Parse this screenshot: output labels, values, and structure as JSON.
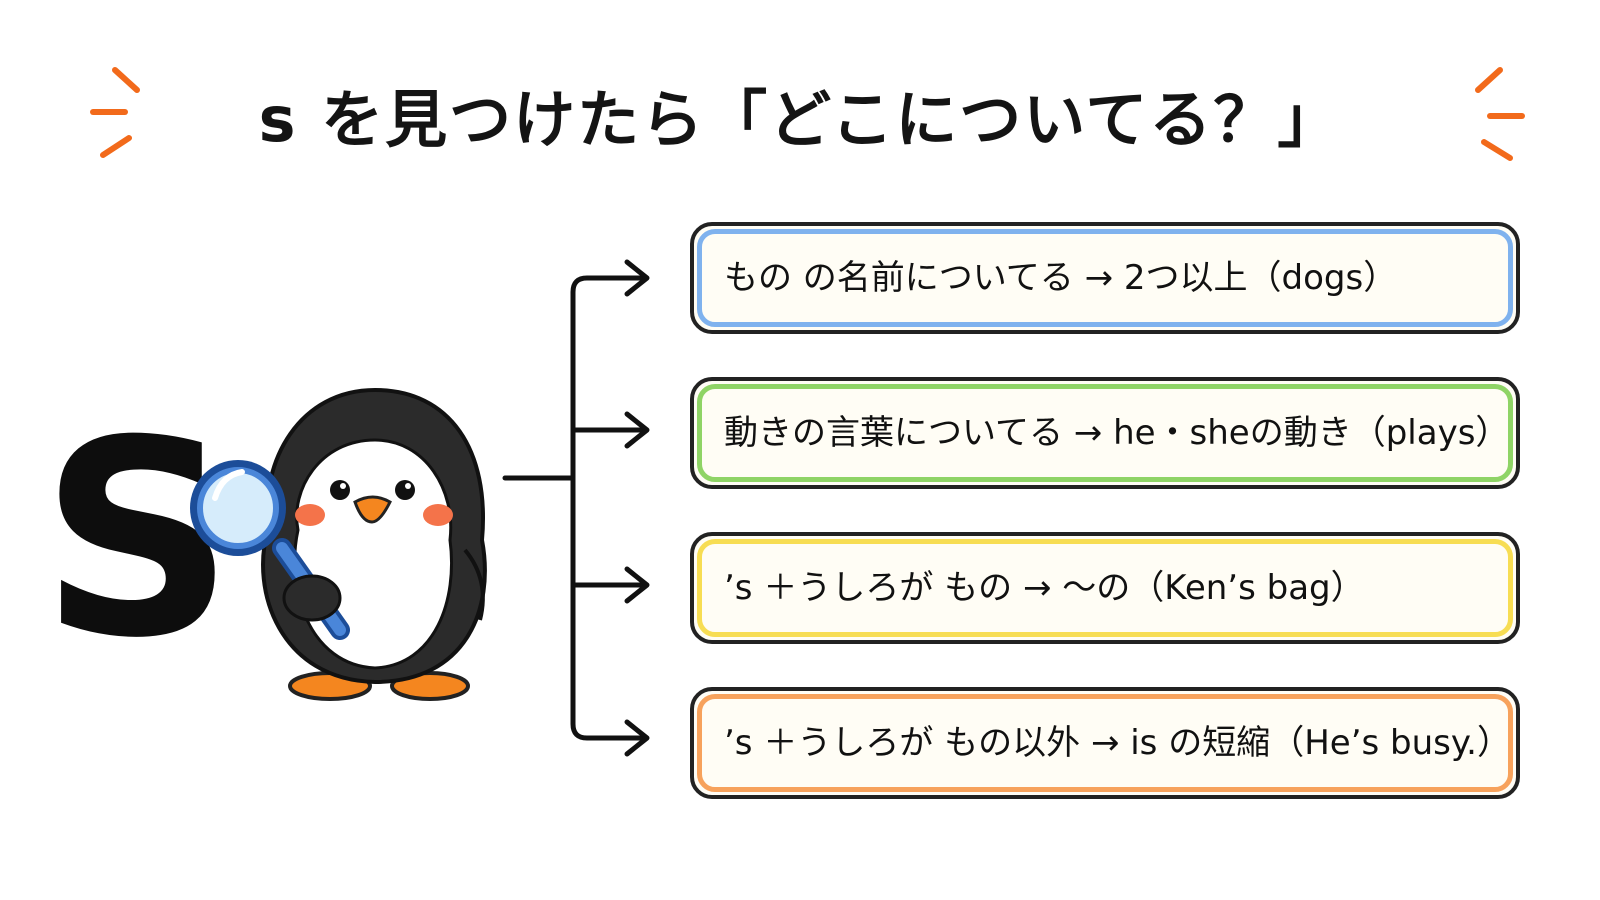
{
  "title": "s を見つけたら「どこについてる？」",
  "big_letter": "S",
  "colors": {
    "accent_orange": "#f26a1b",
    "box_blue": "#7fb2ee",
    "box_green": "#8fd466",
    "box_yellow": "#f7dd53",
    "box_orange": "#f7a25c"
  },
  "illustration": "penguin-with-magnifying-glass",
  "branches": [
    {
      "text": "もの の名前についてる → 2つ以上（dogs）"
    },
    {
      "text": "動きの言葉についてる → he・sheの動き（plays）"
    },
    {
      "text": "’s ＋うしろが もの → 〜の（Ken’s bag）"
    },
    {
      "text": "’s ＋うしろが もの以外 → is の短縮（He’s busy.）"
    }
  ]
}
